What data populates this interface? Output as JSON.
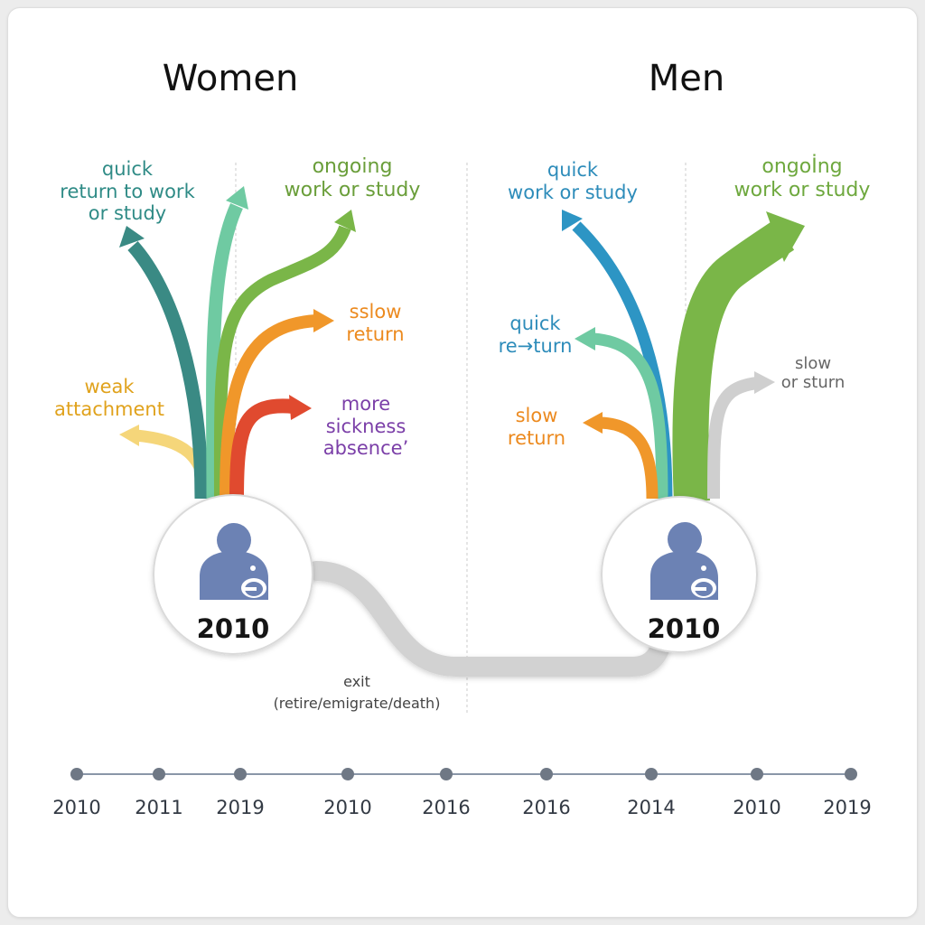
{
  "titles": {
    "left": "Women",
    "right": "Men"
  },
  "women": {
    "quick": "quick\nreturn to work\nor study",
    "ongoing": "ongoing\nwork or study",
    "slow": "sslow\nreturn",
    "weak": "weak\nattachment",
    "sickness": "more\nsickness\nabsence’",
    "year": "2010"
  },
  "men": {
    "quick_work": "quick\nwork or study",
    "ongoing": "ongoİng\nwork or study",
    "quick_return": "quick\nre→turn",
    "slow": "slow\nreturn",
    "slow_sturn": "slow\nor sturn",
    "year": "2010"
  },
  "exit": "exit\n(retire/emigrate/death)",
  "timeline": [
    "2010",
    "2011",
    "2019",
    "2010",
    "2016",
    "2016",
    "2014",
    "2010",
    "2019"
  ],
  "colors": {
    "teal_dark": "#3a8a84",
    "mint": "#6fcaa2",
    "green": "#7ab648",
    "orange": "#f0972a",
    "red": "#e04a2f",
    "yellow": "#f5d67a",
    "purple": "#7b3fa8",
    "blue": "#2d95c4",
    "grey": "#cfcfcf",
    "person": "#6c82b4"
  },
  "icons": [
    "person-with-baby-icon"
  ]
}
